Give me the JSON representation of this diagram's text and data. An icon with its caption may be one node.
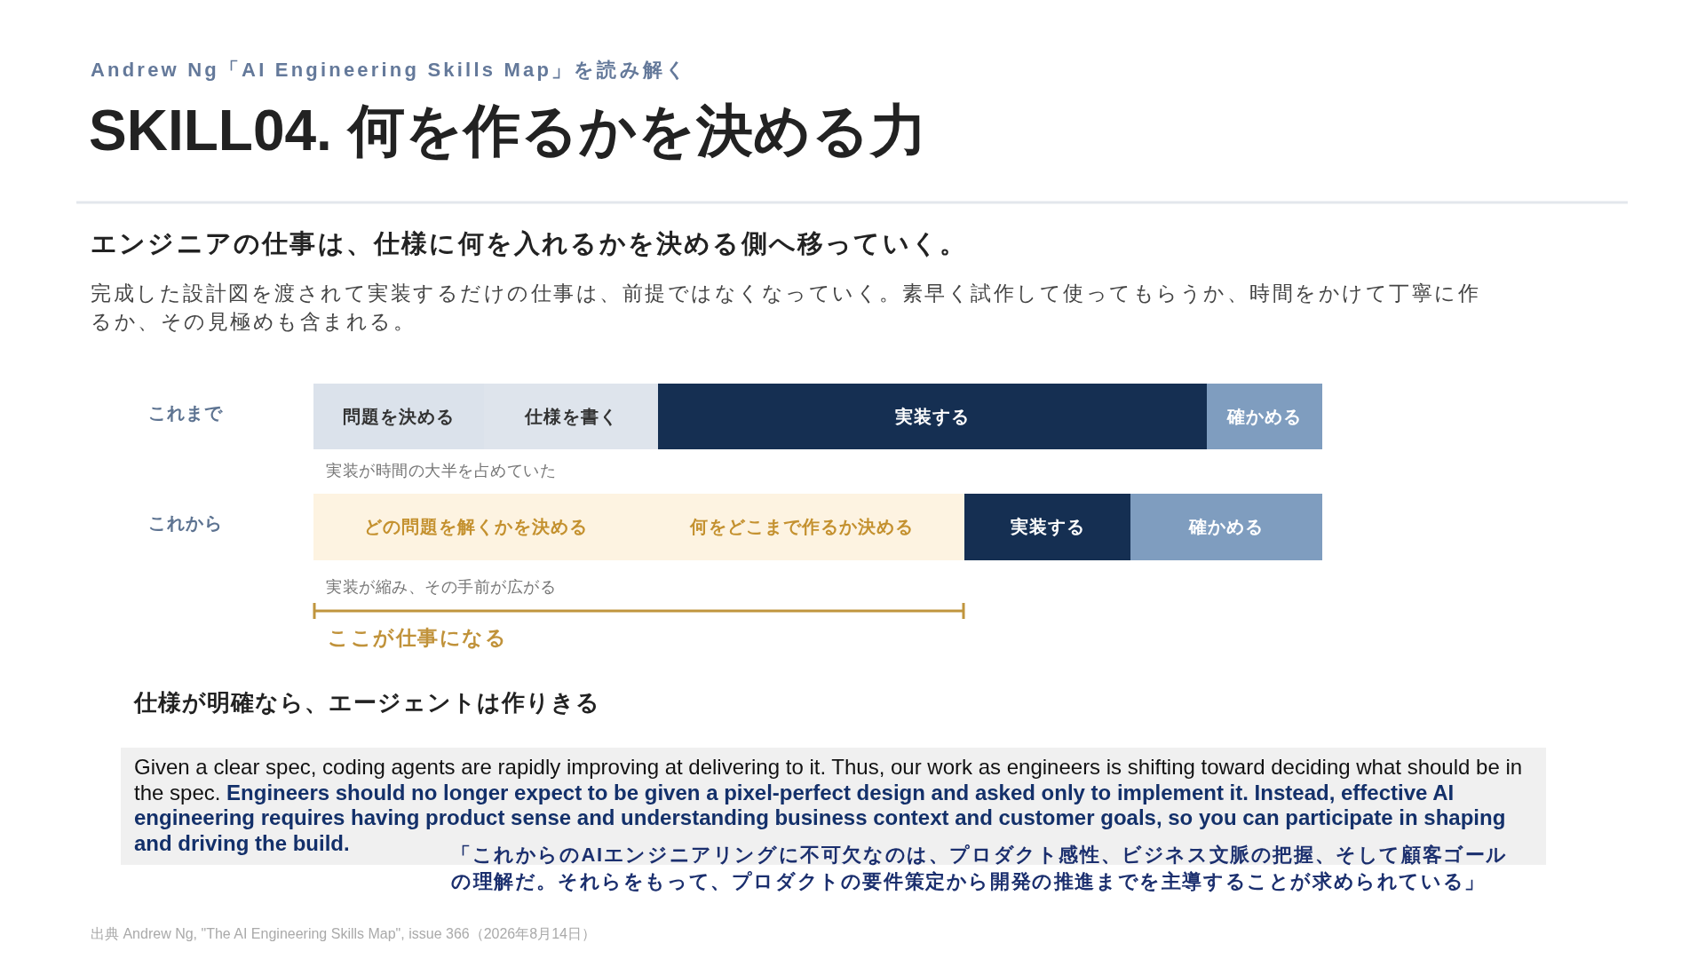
{
  "diagram": {
    "title": "SKILL04. 何を作るかを決める力",
    "caption": "出典 Andrew Ng, \"The AI Engineering Skills Map\", issue 366（2026年8月14日）",
    "nodes": [
      {
        "text": [
          "問題を決める"
        ]
      },
      {
        "text": [
          "仕様を書く"
        ]
      },
      {
        "text": [
          "実装する"
        ]
      },
      {
        "text": [
          "確かめる"
        ]
      },
      {
        "text": [
          "どの問題を解くかを決める"
        ]
      },
      {
        "text": [
          "何をどこまで作るか決める"
        ]
      },
      {
        "text": [
          "実装する"
        ]
      },
      {
        "text": [
          "確かめる"
        ]
      },
      {
        "text": [
          "Given a clear spec, coding agents are rapidly improving at delivering to it. Thus, our work as engineers is shifting toward deciding what should be in the spec. **Engineers should no longer expect to be given a pixel-perfect design and asked only to implement it. Instead, effective AI engineering requires having product sense and understanding business context and customer goals, so you can participate in shaping and driving the build.**"
        ],
        "beside": [
          "「これからのAIエンジニアリングに不可欠なのは、プロダクト感性、ビジネス文脈の把握、そして顧客ゴールの理解だ。それらをもって、プロダクトの要件策定から開発の推進までを主導することが求められている」"
        ]
      }
    ],
    "labels": [
      "Andrew Ng「AI Engineering Skills Map」を読み解く",
      "エンジニアの仕事は、仕様に何を入れるかを決める側へ移っていく。",
      "完成した設計図を渡されて実装するだけの仕事は、前提ではなくなっていく。素早く試作して使ってもらうか、時間をかけて丁寧に作るか、その見極めも含まれる。",
      "これまで",
      "実装が時間の大半を占めていた",
      "これから",
      "実装が縮み、その手前が広がる",
      "ここが仕事になる",
      "仕様が明確なら、エージェントは作りきる"
    ]
  }
}
